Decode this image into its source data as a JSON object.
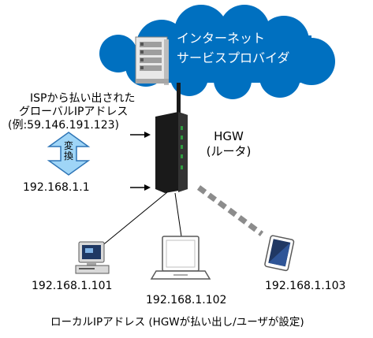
{
  "isp": {
    "line1": "インターネット",
    "line2": "サービスプロバイダ"
  },
  "global_ip": {
    "line1": "ISPから払い出された",
    "line2": "グローバルIPアドレス",
    "line3": "(例:59.146.191.123)"
  },
  "conversion": {
    "char1": "変",
    "char2": "換"
  },
  "local_gateway_ip": "192.168.1.1",
  "hgw": {
    "line1": "HGW",
    "line2": "(ルータ)"
  },
  "devices": [
    {
      "icon": "desktop-pc-icon",
      "ip": "192.168.1.101"
    },
    {
      "icon": "laptop-icon",
      "ip": "192.168.1.102"
    },
    {
      "icon": "tablet-icon",
      "ip": "192.168.1.103"
    }
  ],
  "caption": "ローカルIPアドレス (HGWが払い出し/ユーザが設定)",
  "colors": {
    "cloud": "#0070c0",
    "cloud_text": "#ffffff",
    "arrow_fill": "#9fd5f7",
    "arrow_stroke": "#2e75b6",
    "router": "#1a1a1a",
    "router_leds": "#2e9c3f",
    "wireless_link": "#8c8c8c"
  }
}
